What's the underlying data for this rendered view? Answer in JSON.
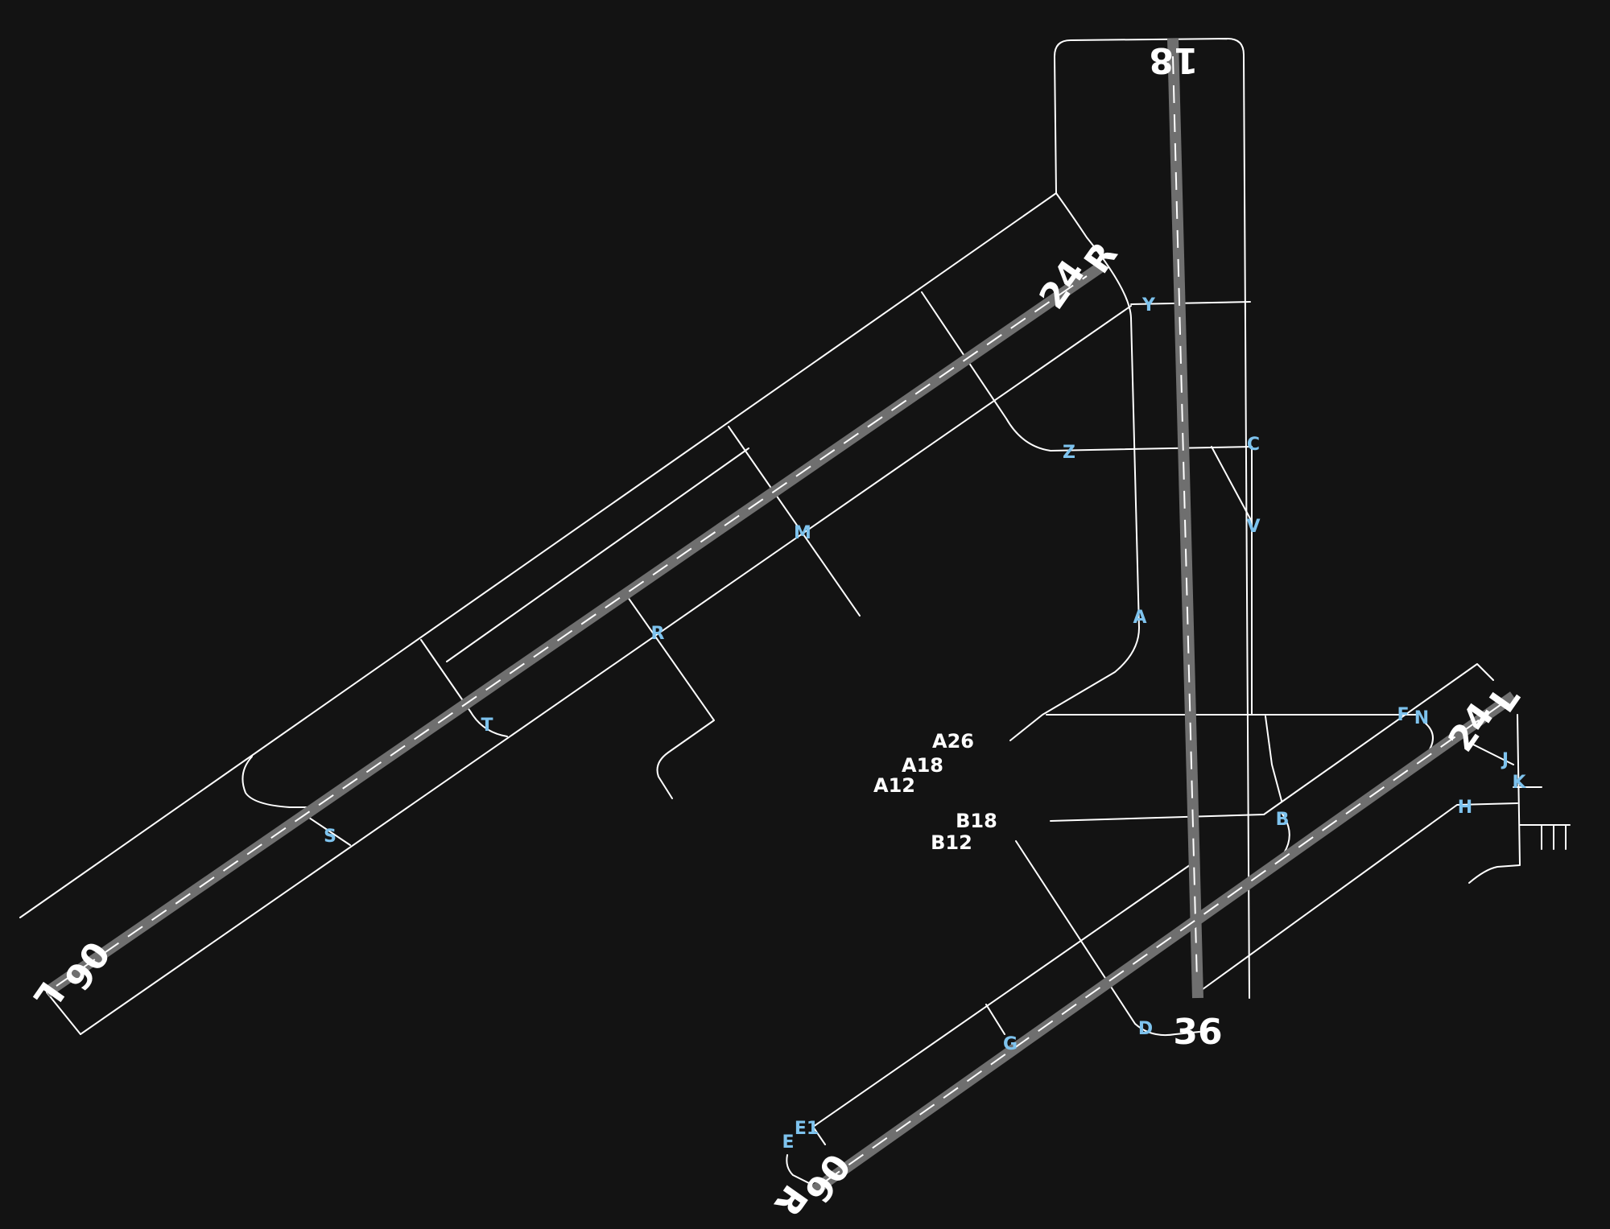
{
  "colors": {
    "background": "#131313",
    "taxiway_line": "#ffffff",
    "runway_surface": "#6f6f6f",
    "taxiway_label": "#7ec3ee",
    "stand_label": "#ffffff"
  },
  "runway_labels": {
    "r18": "18",
    "r36": "36",
    "r06l": "06",
    "r06l_suffix": "L",
    "r24r": "24",
    "r24r_suffix": "R",
    "r06r": "06",
    "r06r_suffix": "R",
    "r24l": "24",
    "r24l_suffix": "L"
  },
  "taxiway_labels": {
    "Y": "Y",
    "Z": "Z",
    "C": "C",
    "V": "V",
    "M": "M",
    "A": "A",
    "R": "R",
    "T": "T",
    "S": "S",
    "F": "F",
    "N": "N",
    "J": "J",
    "K": "K",
    "H": "H",
    "B": "B",
    "D": "D",
    "G": "G",
    "E1": "E1",
    "E": "E"
  },
  "stand_labels": {
    "A26": "A26",
    "A18": "A18",
    "A12": "A12",
    "B18": "B18",
    "B12": "B12"
  }
}
